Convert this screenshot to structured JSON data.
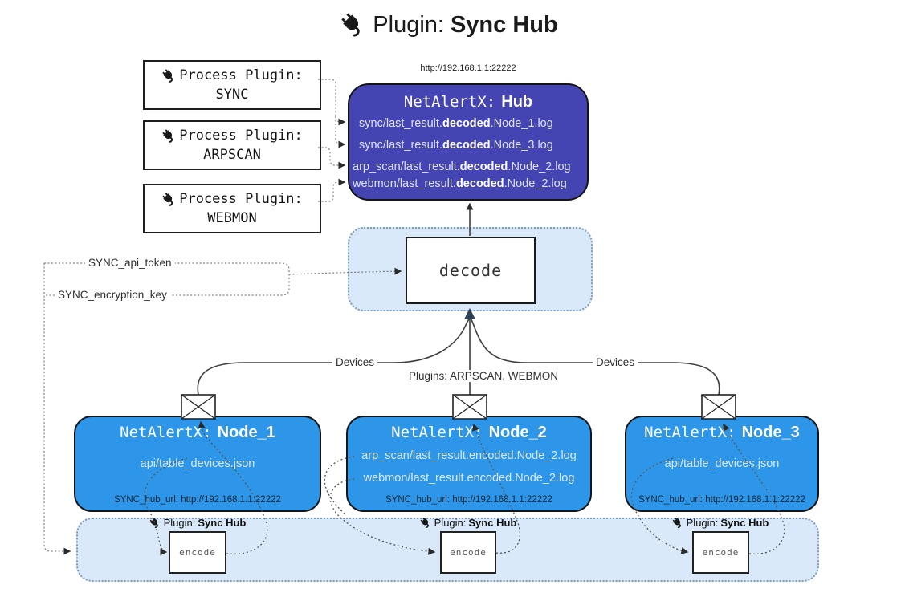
{
  "title": {
    "prefix": "Plugin:",
    "name": "Sync Hub"
  },
  "hub": {
    "url": "http://192.168.1.1:22222",
    "app": "NetAlertX:",
    "name": "Hub",
    "logs": [
      {
        "pre": "sync/last_result.",
        "bold": "decoded",
        "post": ".Node_1.log"
      },
      {
        "pre": "sync/last_result.",
        "bold": "decoded",
        "post": ".Node_3.log"
      },
      {
        "pre": "arp_scan/last_result.",
        "bold": "decoded",
        "post": ".Node_2.log"
      },
      {
        "pre": "webmon/last_result.",
        "bold": "decoded",
        "post": ".Node_2.log"
      }
    ]
  },
  "process_plugins": [
    {
      "label": "Process Plugin:",
      "name": "SYNC"
    },
    {
      "label": "Process Plugin:",
      "name": "ARPSCAN"
    },
    {
      "label": "Process Plugin:",
      "name": "WEBMON"
    }
  ],
  "settings": {
    "api_token": "SYNC_api_token",
    "encryption_key": "SYNC_encryption_key"
  },
  "decode": {
    "label": "decode"
  },
  "edges": {
    "devices_left": "Devices",
    "devices_right": "Devices",
    "plugins": "Plugins: ARPSCAN, WEBMON"
  },
  "nodes": [
    {
      "app": "NetAlertX:",
      "name": "Node_1",
      "files": [
        "api/table_devices.json"
      ],
      "hub_url": "SYNC_hub_url: http://192.168.1.1:22222"
    },
    {
      "app": "NetAlertX:",
      "name": "Node_2",
      "files": [
        "arp_scan/last_result.encoded.Node_2.log",
        "webmon/last_result.encoded.Node_2.log"
      ],
      "hub_url": "SYNC_hub_url: http://192.168.1.1:22222"
    },
    {
      "app": "NetAlertX:",
      "name": "Node_3",
      "files": [
        "api/table_devices.json"
      ],
      "hub_url": "SYNC_hub_url: http://192.168.1.1:22222"
    }
  ],
  "encode": {
    "label": "encode",
    "plugin_prefix": "Plugin:",
    "plugin_name": "Sync Hub"
  },
  "colors": {
    "hub_fill": "#4444b2",
    "node_fill": "#2e96e8",
    "zone_fill": "#d9e9f9",
    "zone_border": "#7d9bb5",
    "wire": "#3e3e3e",
    "arrow_navy": "#2e4053"
  }
}
